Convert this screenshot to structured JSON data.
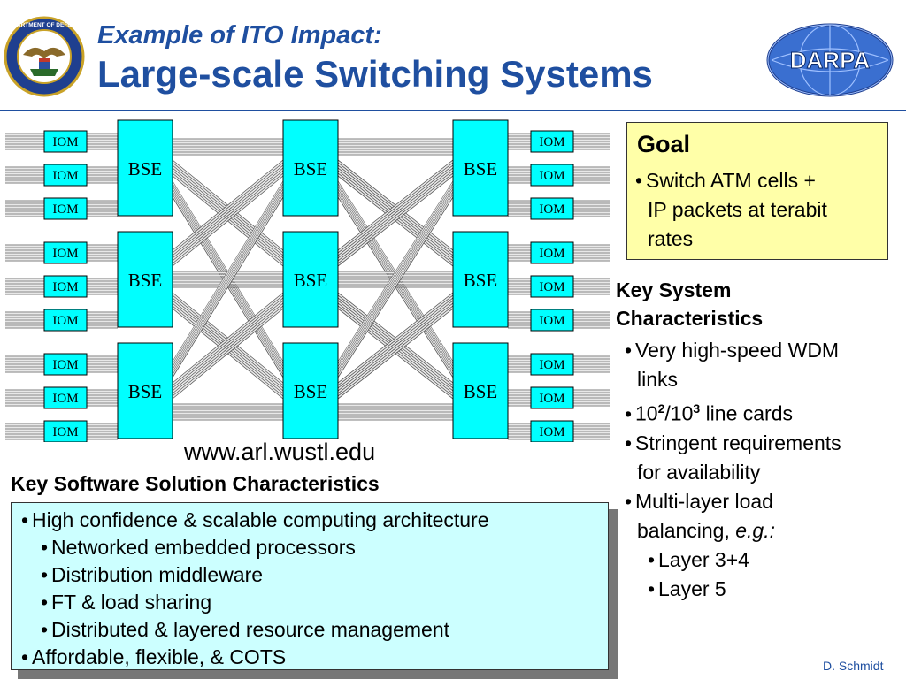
{
  "header": {
    "subtitle": "Example of ITO Impact:",
    "title": "Large-scale Switching Systems",
    "darpa_logo_text": "DARPA",
    "seal_text": "DEPARTMENT OF DEFENSE"
  },
  "diagram": {
    "bse_label": "BSE",
    "iom_label": "IOM",
    "stages": 3,
    "rows": 3,
    "ioms_per_row": 3,
    "url": "www.arl.wustl.edu"
  },
  "software": {
    "heading": "Key Software Solution Characteristics",
    "items": [
      {
        "level": 0,
        "text": "High confidence & scalable computing architecture"
      },
      {
        "level": 1,
        "text": "Networked embedded processors"
      },
      {
        "level": 1,
        "text": "Distribution middleware"
      },
      {
        "level": 1,
        "text": "FT & load sharing"
      },
      {
        "level": 1,
        "text": "Distributed & layered resource management"
      },
      {
        "level": 0,
        "text": "Affordable, flexible, & COTS"
      }
    ]
  },
  "goal": {
    "title": "Goal",
    "line1": "Switch ATM cells +",
    "line2": "IP packets at terabit",
    "line3": "rates"
  },
  "key_system": {
    "heading_line1": "Key System",
    "heading_line2": "Characteristics",
    "wdm_line1": "Very high-speed WDM",
    "wdm_line2": "links",
    "base": "10",
    "exp1": "2",
    "sep": "/10",
    "exp2": "3",
    "linecards": "line cards",
    "stringent1": "Stringent requirements",
    "stringent2": "for availability",
    "multi1": "Multi-layer load",
    "multi2": "balancing, ",
    "eg": "e.g.:",
    "layer34": "Layer 3+4",
    "layer5": "Layer 5"
  },
  "footer": {
    "author": "D. Schmidt"
  },
  "colors": {
    "title": "#1f4fa0",
    "bse_fill": "#00ffff",
    "iom_fill": "#00ffff",
    "goal_fill": "#ffffa8",
    "software_fill": "#ccffff",
    "darpa_oval": "#1f4fa0"
  }
}
